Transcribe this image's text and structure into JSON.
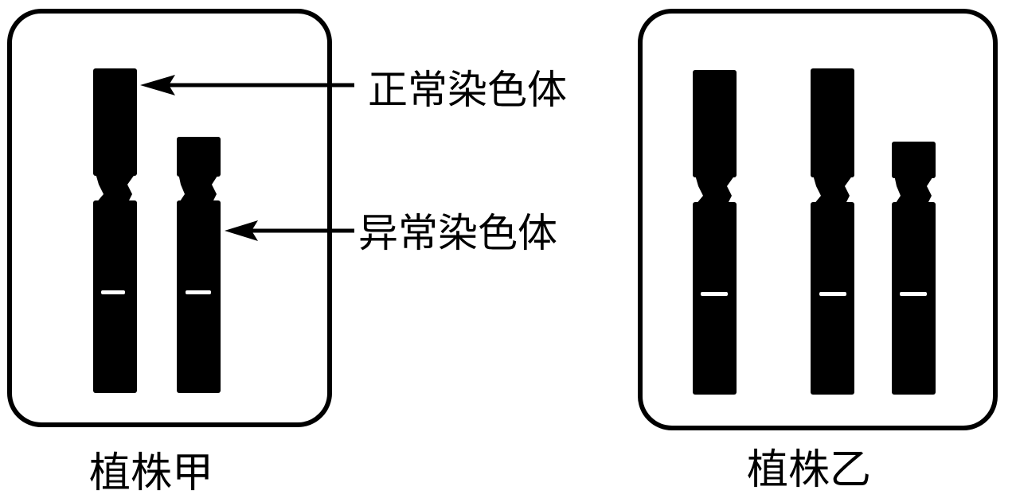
{
  "labels": {
    "normal": "正常染色体",
    "abnormal": "异常染色体"
  },
  "panels": [
    {
      "caption": "植株甲",
      "chromosomes": [
        {
          "type": "normal"
        },
        {
          "type": "abnormal"
        }
      ]
    },
    {
      "caption": "植株乙",
      "chromosomes": [
        {
          "type": "normal"
        },
        {
          "type": "normal"
        },
        {
          "type": "abnormal"
        }
      ]
    }
  ],
  "colors": {
    "ink": "#000000",
    "band": "#ffffff",
    "background": "#ffffff"
  }
}
